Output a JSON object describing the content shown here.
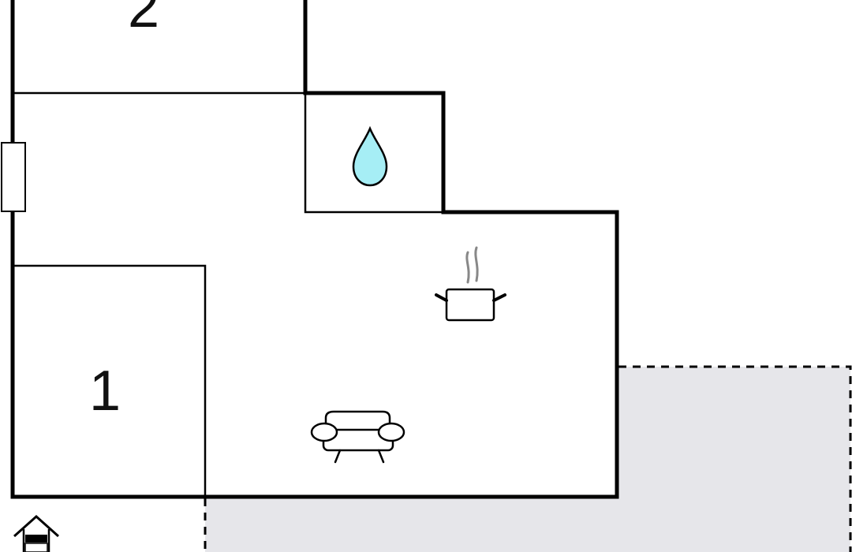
{
  "floor_plan": {
    "rooms": [
      {
        "id": "bedroom-2",
        "label": "2"
      },
      {
        "id": "bedroom-1",
        "label": "1"
      },
      {
        "id": "bathroom",
        "icon": "water-drop-icon"
      },
      {
        "id": "kitchen-living",
        "icons": [
          "cooking-pot-icon",
          "sofa-icon"
        ]
      }
    ],
    "terrace": {
      "style": "dashed",
      "fill": "#e6e6ea"
    },
    "entrance_icon": "house-entrance-icon",
    "window_icon": "window-icon"
  },
  "colors": {
    "wall": "#000000",
    "water": "#a6eef5",
    "terrace": "#e6e6ea",
    "steam": "#888888"
  }
}
